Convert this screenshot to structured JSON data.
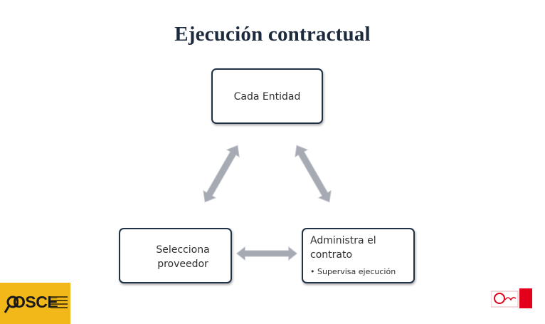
{
  "slide": {
    "title": "Ejecución contractual"
  },
  "diagram": {
    "top_box": "Cada Entidad",
    "left_box": "Selecciona proveedor",
    "right_box": "Administra el contrato",
    "right_box_bullet": "• Supervisa ejecución"
  },
  "logos": {
    "osce": "OSCE",
    "peru": "Perú"
  },
  "colors": {
    "box_border": "#1f3144",
    "arrow_fill": "#a6aab3",
    "osce_yellow": "#f2b81a",
    "peru_red": "#e3001b"
  }
}
